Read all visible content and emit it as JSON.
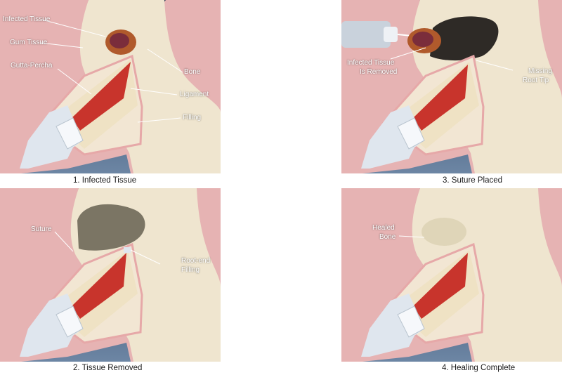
{
  "panels": [
    {
      "caption": "1.   Infected Tissue",
      "labels": {
        "infected_tissue": "Infected Tissue",
        "gum_tissue": "Gum Tissue",
        "gutta_percha": "Gutta-Percha",
        "bone": "Bone",
        "ligament": "Ligament",
        "filling": "Filling"
      }
    },
    {
      "caption": "2. Tissue Removed",
      "labels": {
        "suture_line1": "Suture",
        "root_end_line1": "Root-end",
        "root_end_line2": "Filling"
      }
    },
    {
      "caption": "3. Suture Placed",
      "labels": {
        "infected_line1": "Infected Tissue",
        "infected_line2": "Is Removed",
        "missing_line1": "Missing",
        "missing_line2": "Root Tip"
      }
    },
    {
      "caption": "4. Healing Complete",
      "labels": {
        "healed_line1": "Healed",
        "healed_line2": "Bone"
      }
    }
  ],
  "colors": {
    "background_top": "#24324f",
    "background_bottom": "#6d86a4",
    "bone": "#efe5cf",
    "gum": "#e8b4b4",
    "root_canal": "#c8342c",
    "enamel": "#dfe6ee",
    "infected_tissue": "#b05a2c"
  }
}
